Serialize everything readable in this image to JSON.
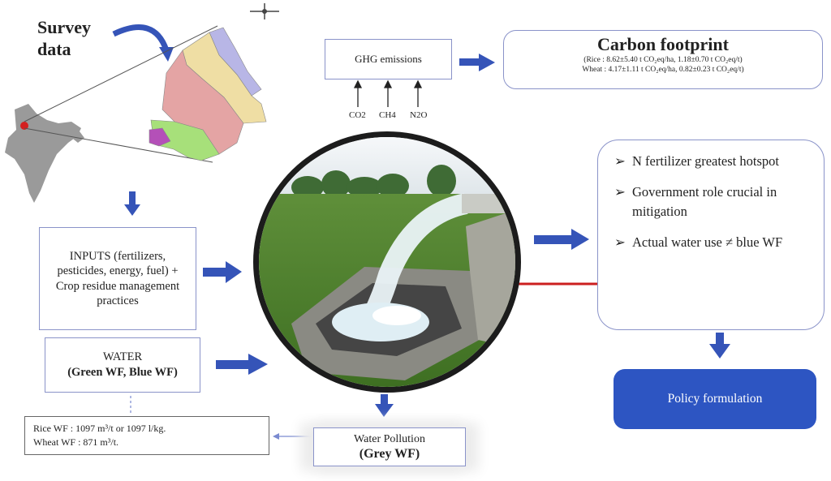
{
  "survey_label": "Survey data",
  "ghg_label": "GHG emissions",
  "gases": [
    "CO2",
    "CH4",
    "N2O"
  ],
  "carbon": {
    "title": "Carbon footprint",
    "rice": "(Rice : 8.62±5.40 t CO₂eq/ha, 1.18±0.70 t CO₂eq/t)",
    "wheat": "Wheat : 4.17±1.11 t CO₂eq/ha, 0.82±0.23 t CO₂eq/t)"
  },
  "inputs_label": "INPUTS (fertilizers, pesticides, energy, fuel) + Crop residue management practices",
  "water": {
    "title": "WATER",
    "subtitle": "(Green WF, Blue WF)"
  },
  "wf_values": {
    "rice": "Rice WF : 1097 m³/t or 1097 l/kg.",
    "wheat": "Wheat WF : 871 m³/t."
  },
  "grey": {
    "title": "Water Pollution",
    "subtitle": "(Grey WF)"
  },
  "findings": [
    "N fertilizer greatest hotspot",
    "Government role crucial in mitigation",
    "Actual water use ≠ blue WF"
  ],
  "policy_label": "Policy formulation",
  "colors": {
    "arrow_blue": "#3554b8",
    "border": "#8a93c9",
    "policy_bg": "#2d55c2",
    "pointer_red": "#cc1f1f"
  }
}
